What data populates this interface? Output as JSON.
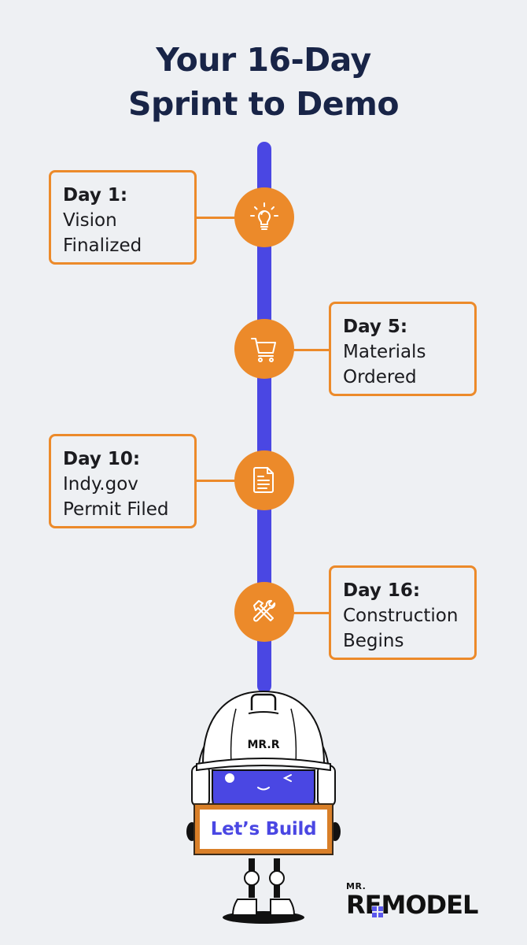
{
  "title": {
    "line1": "Your 16-Day",
    "line2": "Sprint to Demo"
  },
  "colors": {
    "background": "#eef0f3",
    "title": "#182447",
    "timeline": "#4a47e3",
    "accent_orange": "#ec8a2a",
    "text": "#1b1b1f"
  },
  "milestones": [
    {
      "day": "Day 1:",
      "line1": "Vision",
      "line2": "Finalized",
      "icon": "lightbulb-icon",
      "side": "left"
    },
    {
      "day": "Day 5:",
      "line1": "Materials",
      "line2": "Ordered",
      "icon": "shopping-cart-icon",
      "side": "right"
    },
    {
      "day": "Day 10:",
      "line1": "Indy.gov",
      "line2": "Permit Filed",
      "icon": "document-icon",
      "side": "left"
    },
    {
      "day": "Day 16:",
      "line1": "Construction",
      "line2": "Begins",
      "icon": "hammer-wrench-icon",
      "side": "right"
    }
  ],
  "mascot": {
    "helmet_label": "MR.R",
    "sign_text": "Let’s Build"
  },
  "logo": {
    "top": "MR.",
    "main": "REMODEL"
  }
}
